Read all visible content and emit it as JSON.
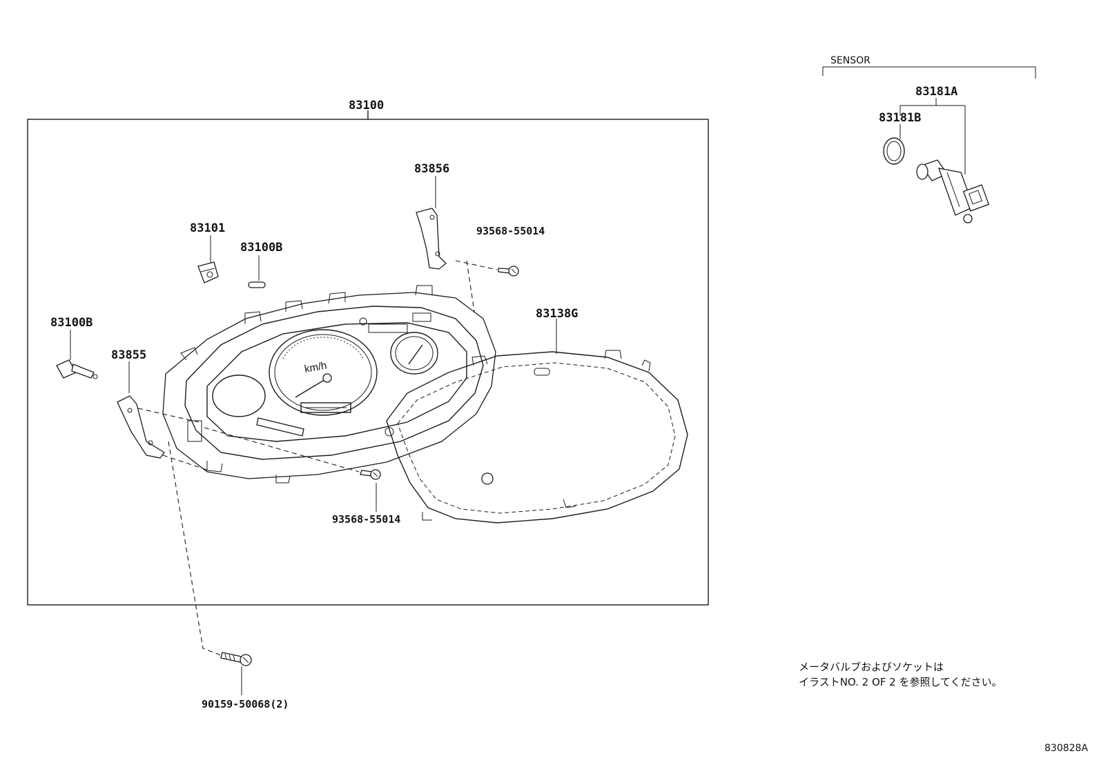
{
  "diagram": {
    "group_label": "SENSOR",
    "callouts": {
      "assembly": "83100",
      "bracket_right": "83856",
      "socket": "83101",
      "bulb_upper": "83100B",
      "bulb_left": "83100B",
      "bracket_left": "83855",
      "screw_upper": "93568-55014",
      "screw_lower": "93568-55014",
      "glass": "83138G",
      "bolt": "90159-50068(2)",
      "sensor": "83181A",
      "oring": "83181B"
    },
    "speed_unit": "km/h",
    "note_line1": "メータバルブおよびソケットは",
    "note_line2": "イラストNO. 2  OF  2  を参照してください。",
    "figure_code": "830828A"
  }
}
